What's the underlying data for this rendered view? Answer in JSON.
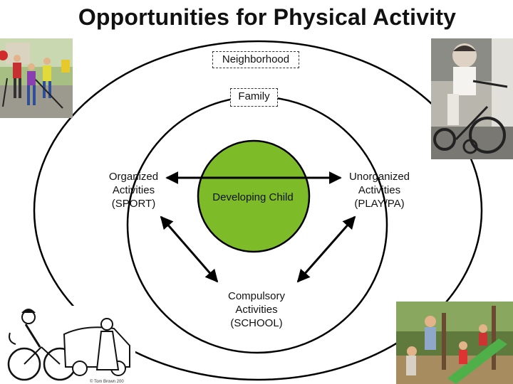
{
  "title": "Opportunities for Physical Activity",
  "rings": {
    "neighborhood": "Neighborhood",
    "family": "Family"
  },
  "center": "Developing Child",
  "nodes": {
    "organized": [
      "Organized",
      "Activities",
      "(SPORT)"
    ],
    "unorganized": [
      "Unorganized",
      "Activities",
      "(PLAY/PA)"
    ],
    "compulsory": [
      "Compulsory",
      "Activities",
      "(SCHOOL)"
    ]
  },
  "credit": "© Tom Brown 200",
  "colors": {
    "center_fill": "#7dbb29",
    "line": "#000000"
  }
}
